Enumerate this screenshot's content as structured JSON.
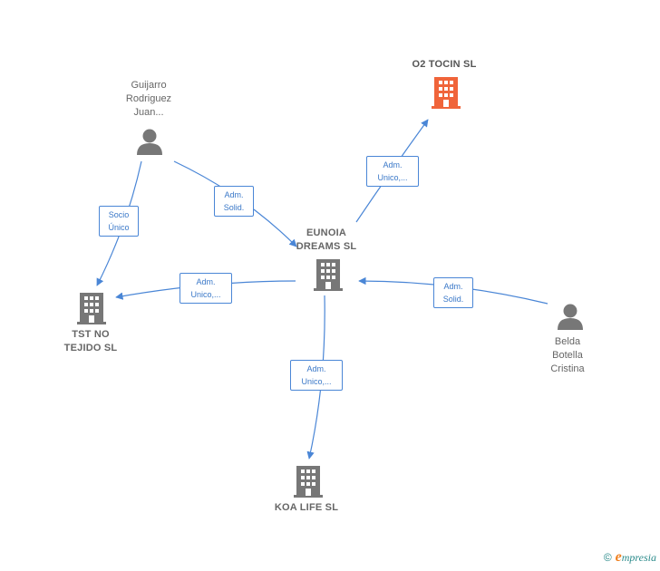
{
  "nodes": {
    "o2_tocin": {
      "label": "O2 TOCIN  SL",
      "color": "#f0643a"
    },
    "guijarro": {
      "label": "Guijarro\nRodriguez\nJuan..."
    },
    "eunoia": {
      "label": "EUNOIA\nDREAMS  SL"
    },
    "tst": {
      "label": "TST NO\nTEJIDO SL"
    },
    "belda": {
      "label": "Belda\nBotella\nCristina"
    },
    "koa": {
      "label": "KOA LIFE  SL"
    }
  },
  "edges": {
    "eunoia_o2": {
      "line1": "Adm.",
      "line2": "Unico,..."
    },
    "guijarro_eunoia": {
      "line1": "Adm.",
      "line2": "Solid."
    },
    "guijarro_tst": {
      "line1": "Socio",
      "line2": "Único"
    },
    "eunoia_tst": {
      "line1": "Adm.",
      "line2": "Unico,..."
    },
    "belda_eunoia": {
      "line1": "Adm.",
      "line2": "Solid."
    },
    "eunoia_koa": {
      "line1": "Adm.",
      "line2": "Unico,..."
    }
  },
  "colors": {
    "edge": "#4a86d6",
    "node_gray": "#777777",
    "highlight": "#f0643a"
  },
  "footer": {
    "copyright": "©",
    "brand_initial": "e",
    "brand_rest": "mpresia"
  }
}
